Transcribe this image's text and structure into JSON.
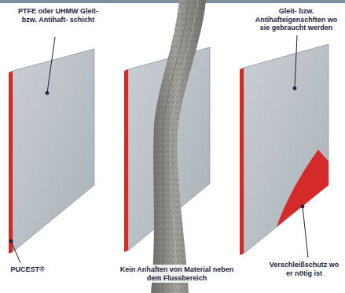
{
  "diagram": {
    "labels": [
      "PTFE oder UHMW Gleit- bzw. Antihaft- schicht",
      "PUCEST®",
      "Kein Anhaften von Material neben dem Flussbereich",
      "Gleit- bzw. Antihafteigenschften wo sie gebraucht werden",
      "Verschleißschutz wo er nötig ist"
    ]
  }
}
